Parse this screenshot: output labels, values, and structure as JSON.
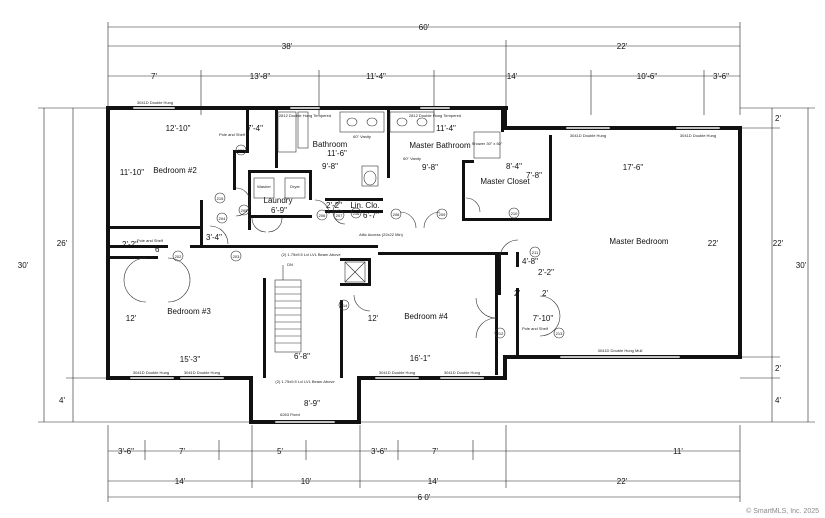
{
  "overall": {
    "top": "60'",
    "bottom": "6 0'",
    "left": "30'",
    "right": "30'"
  },
  "dims_top_row1": [
    "38'",
    "22'"
  ],
  "dims_top_row2": [
    "7'",
    "13'-8\"",
    "11'-4\"",
    "14'",
    "10'-6\"",
    "3'-6\""
  ],
  "dims_left": [
    "26'",
    "4'"
  ],
  "dims_right_inner": [
    "2'",
    "22'",
    "2'",
    "4'"
  ],
  "dims_bottom_row1": [
    "3'-6\"",
    "7'",
    "5'",
    "3'-6\"",
    "7'",
    "11'"
  ],
  "dims_bottom_row2": [
    "14'",
    "10'",
    "14'",
    "22'"
  ],
  "rooms": [
    {
      "name": "Bedroom #2",
      "dims": [
        "12'-10\"",
        "11'-10\""
      ]
    },
    {
      "name": "Bathroom",
      "dims": [
        "11'-6\"",
        "9'-8\""
      ]
    },
    {
      "name": "Master Bathroom",
      "dims": [
        "11'-4\"",
        "9'-8\""
      ]
    },
    {
      "name": "Master Closet",
      "dims": [
        "8'-4\"",
        "7'-8\""
      ]
    },
    {
      "name": "Master Bedroom",
      "dims": [
        "17'-6\"",
        "22'"
      ]
    },
    {
      "name": "Laundry",
      "dims": [
        "6'-9\""
      ]
    },
    {
      "name": "Lin. Clo.",
      "dims": [
        "2'-2\"",
        "6'-7\""
      ]
    },
    {
      "name": "Bedroom #3",
      "dims": [
        "15'-3\"",
        "12'"
      ]
    },
    {
      "name": "Bedroom #4",
      "dims": [
        "16'-1\"",
        "12'"
      ]
    }
  ],
  "misc_dims": {
    "clo2": "7'-4\"",
    "bed2_side": "3'-4\"",
    "bed3_top": "2'-2\"",
    "bed3_closet": "6'",
    "stair_w": "6'-8\"",
    "porch": "8'-9\"",
    "mb_a": "4'-8\"",
    "mb_b": "2'-2\"",
    "mb_c": "2'",
    "mb_d": "2'",
    "mb_e": "7'-10\""
  },
  "notes": {
    "win_top1": "3041D Double Hung",
    "win_top2": "2812 Double Hung Tempered",
    "win_top3": "2812 Double Hung Tempered",
    "win_mb1": "3041D Double Hung",
    "win_mb2": "3041D Double Hung",
    "win_b1": "3041D Double Hung",
    "win_b2": "3041D Double Hung",
    "win_b3": "3041D Double Hung",
    "win_b4": "3041D Double Hung",
    "win_mb_bot": "3041D Double Hung Mull",
    "shower": "Shower 30\" x 60\"",
    "vanity1": "60\" Vanity",
    "vanity2": "60\" Vanity",
    "pole_shelf": "Pole and Shelf",
    "pole_shelf2": "Pole and Shelf",
    "pole_shelf3": "Pole and Shelf",
    "beam1": "(2) 1.75x9.5 Lvl LVL Beam Above",
    "beam2": "(2) 1.75x9.5 Lvl LVL Beam Above",
    "attic": "Attic Access (22x22 Min)",
    "washer": "Washer",
    "dryer": "Dryer",
    "fixed": "6263 Fixed",
    "dn": "DN"
  },
  "door_tags": [
    "201",
    "202",
    "203",
    "204",
    "205",
    "206",
    "207",
    "208",
    "209",
    "210",
    "211",
    "212",
    "213",
    "214",
    "215",
    "216"
  ],
  "credit": "© SmartMLS, Inc. 2025"
}
